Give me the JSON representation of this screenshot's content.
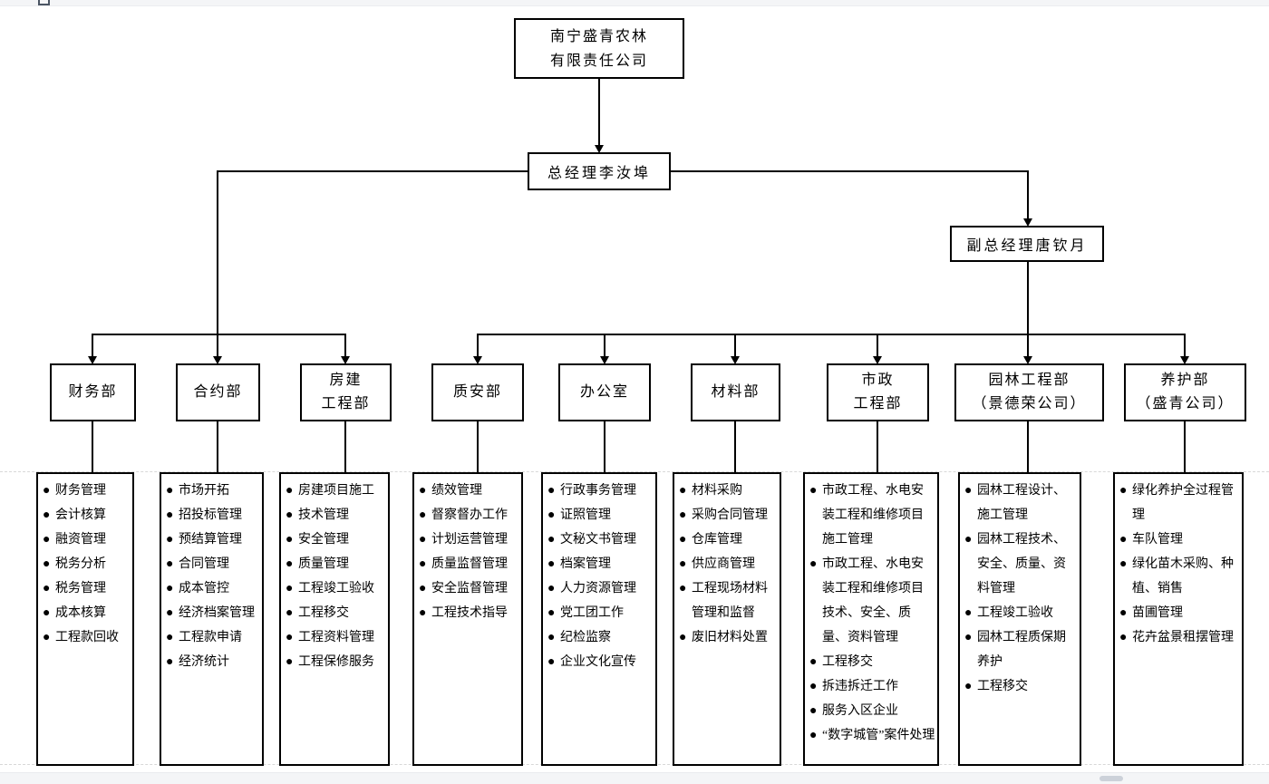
{
  "org_chart": {
    "bullet": "●",
    "company": {
      "name": "南宁盛青农林有限责任公司",
      "name_lines": [
        "南宁盛青农林",
        "有限责任公司"
      ]
    },
    "general_manager": {
      "title": "总经理李汝埠"
    },
    "deputy_general_manager": {
      "title": "副总经理唐钦月"
    },
    "departments": [
      {
        "name": "财务部",
        "name_lines": [
          "财务部"
        ],
        "reports_to": "总经理李汝埠",
        "duties": [
          "财务管理",
          "会计核算",
          "融资管理",
          "税务分析",
          "税务管理",
          "成本核算",
          "工程款回收"
        ]
      },
      {
        "name": "合约部",
        "name_lines": [
          "合约部"
        ],
        "reports_to": "总经理李汝埠",
        "duties": [
          "市场开拓",
          "招投标管理",
          "预结算管理",
          "合同管理",
          "成本管控",
          "经济档案管理",
          "工程款申请",
          "经济统计"
        ]
      },
      {
        "name": "房建工程部",
        "name_lines": [
          "房建",
          "工程部"
        ],
        "reports_to": "总经理李汝埠",
        "duties": [
          "房建项目施工",
          "技术管理",
          "安全管理",
          "质量管理",
          "工程竣工验收",
          "工程移交",
          "工程资料管理",
          "工程保修服务"
        ]
      },
      {
        "name": "质安部",
        "name_lines": [
          "质安部"
        ],
        "reports_to": "副总经理唐钦月",
        "duties": [
          "绩效管理",
          "督察督办工作",
          "计划运营管理",
          "质量监督管理",
          "安全监督管理",
          "工程技术指导"
        ]
      },
      {
        "name": "办公室",
        "name_lines": [
          "办公室"
        ],
        "reports_to": "副总经理唐钦月",
        "duties": [
          "行政事务管理",
          "证照管理",
          "文秘文书管理",
          "档案管理",
          "人力资源管理",
          "党工团工作",
          "纪检监察",
          "企业文化宣传"
        ]
      },
      {
        "name": "材料部",
        "name_lines": [
          "材料部"
        ],
        "reports_to": "副总经理唐钦月",
        "duties": [
          "材料采购",
          "采购合同管理",
          "仓库管理",
          "供应商管理",
          "工程现场材料管理和监督",
          "废旧材料处置"
        ]
      },
      {
        "name": "市政工程部",
        "name_lines": [
          "市政",
          "工程部"
        ],
        "reports_to": "副总经理唐钦月",
        "duties": [
          "市政工程、水电安装工程和维修项目施工管理",
          "市政工程、水电安装工程和维修项目技术、安全、质量、资料管理",
          "工程移交",
          "拆违拆迁工作",
          "服务入区企业",
          "“数字城管”案件处理"
        ]
      },
      {
        "name": "园林工程部（景德荣公司）",
        "name_lines": [
          "园林工程部",
          "（景德荣公司）"
        ],
        "reports_to": "副总经理唐钦月",
        "duties": [
          "园林工程设计、施工管理",
          "园林工程技术、安全、质量、资料管理",
          "工程竣工验收",
          "园林工程质保期养护",
          "工程移交"
        ]
      },
      {
        "name": "养护部（盛青公司）",
        "name_lines": [
          "养护部",
          "（盛青公司）"
        ],
        "reports_to": "副总经理唐钦月",
        "duties": [
          "绿化养护全过程管理",
          "车队管理",
          "绿化苗木采购、种植、销售",
          "苗圃管理",
          "花卉盆景租摆管理"
        ]
      }
    ],
    "colors": {
      "line": "#000000",
      "box_border": "#000000",
      "chrome_strip": "#f4f5f7",
      "page_break_dash": "#d8d8d8"
    }
  }
}
